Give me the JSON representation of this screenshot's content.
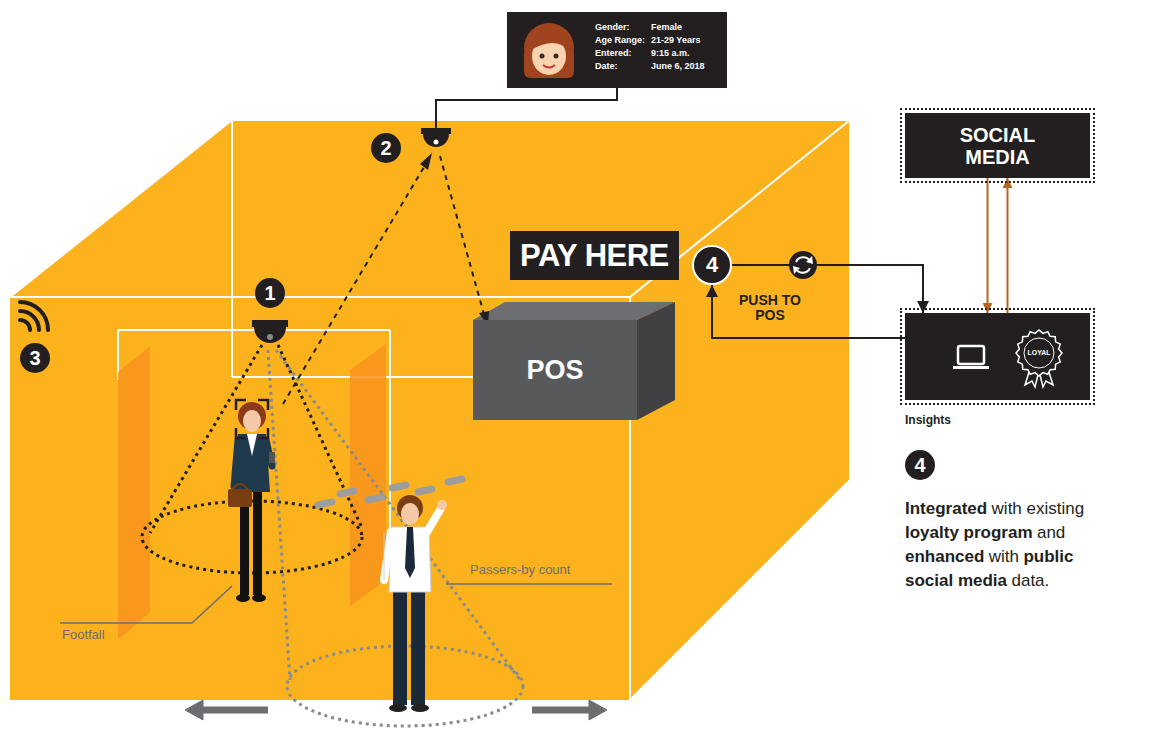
{
  "diagram": {
    "nodes": [
      {
        "text": [
          "Gender:",
          "Female",
          "Age Range:",
          "21-29 Years",
          "Entered:",
          "9:15 a.m.",
          "Date:",
          "June 6, 2018"
        ]
      },
      {
        "text": [
          "PAY HERE"
        ]
      },
      {
        "text": [
          "POS"
        ]
      },
      {
        "text": [
          "4"
        ]
      },
      {
        "text": [
          "SOCIAL MEDIA"
        ]
      },
      {
        "text": [
          "LOYAL",
          "Insights"
        ]
      }
    ],
    "edges": [
      {
        "from": 3,
        "to": 5,
        "arrow": "to"
      },
      {
        "from": 5,
        "to": 3,
        "arrow": "to",
        "label": "PUSH TO POS"
      },
      {
        "from": 4,
        "to": 5,
        "arrow": "to"
      },
      {
        "from": 5,
        "to": 4,
        "arrow": "to"
      }
    ],
    "labels": [
      "2",
      "1",
      "3",
      "4",
      "Footfall",
      "Passers-by count",
      "Integrated",
      "with existing",
      "loyalty program",
      "and",
      "enhanced",
      "with",
      "public",
      "social media",
      "data."
    ]
  }
}
